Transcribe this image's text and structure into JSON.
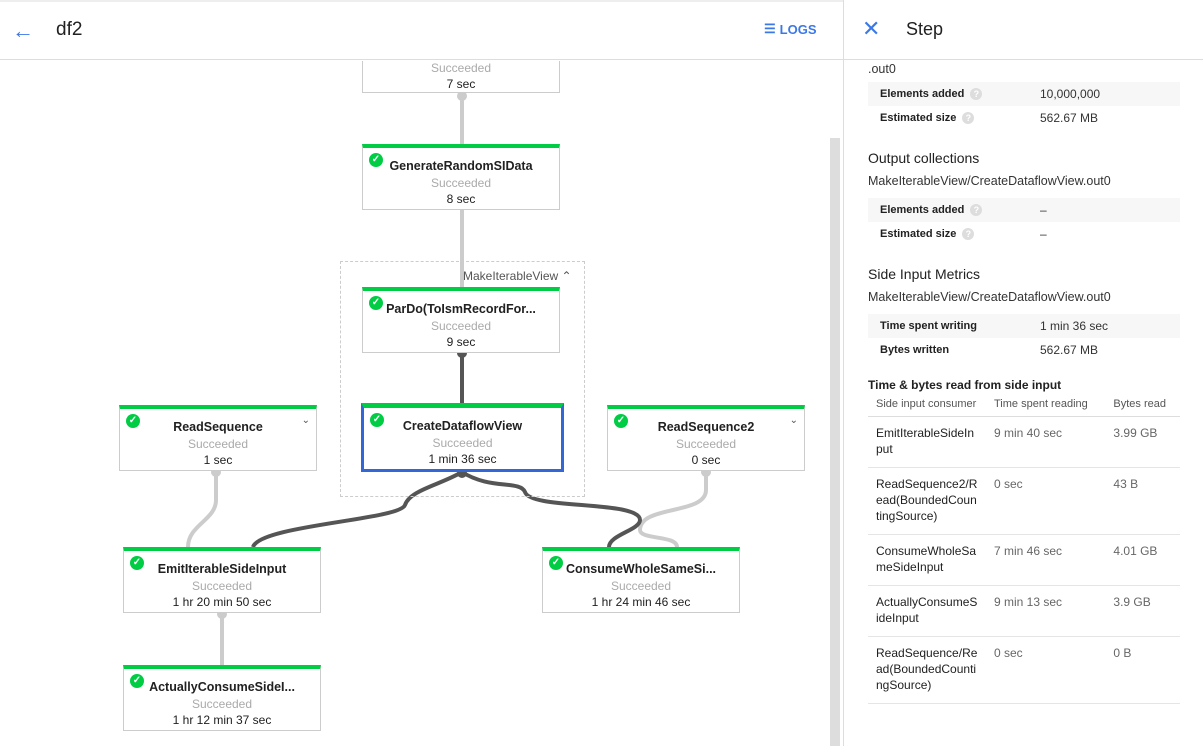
{
  "header": {
    "title": "df2",
    "logs_label": "LOGS",
    "back_icon": "arrow-left-icon",
    "logs_icon": "list-icon"
  },
  "graph": {
    "group_label": "MakeIterableView",
    "nodes": [
      {
        "name": "",
        "status": "Succeeded",
        "time": "7 sec"
      },
      {
        "name": "GenerateRandomSIData",
        "status": "Succeeded",
        "time": "8 sec"
      },
      {
        "name": "ParDo(ToIsmRecordFor...",
        "status": "Succeeded",
        "time": "9 sec"
      },
      {
        "name": "CreateDataflowView",
        "status": "Succeeded",
        "time": "1 min 36 sec"
      },
      {
        "name": "ReadSequence",
        "status": "Succeeded",
        "time": "1 sec"
      },
      {
        "name": "ReadSequence2",
        "status": "Succeeded",
        "time": "0 sec"
      },
      {
        "name": "EmitIterableSideInput",
        "status": "Succeeded",
        "time": "1 hr 20 min 50 sec"
      },
      {
        "name": "ConsumeWholeSameSi...",
        "status": "Succeeded",
        "time": "1 hr 24 min 46 sec"
      },
      {
        "name": "ActuallyConsumeSideI...",
        "status": "Succeeded",
        "time": "1 hr 12 min 37 sec"
      }
    ],
    "colors": {
      "success": "#00cc44",
      "selected": "#3367d6",
      "edge_active": "#555555",
      "edge": "#cccccc"
    }
  },
  "panel": {
    "title": "Step",
    "input_tail": ".out0",
    "input_metrics": [
      {
        "label": "Elements added",
        "value": "10,000,000"
      },
      {
        "label": "Estimated size",
        "value": "562.67 MB"
      }
    ],
    "output_heading": "Output collections",
    "output_name": "MakeIterableView/CreateDataflowView.out0",
    "output_metrics": [
      {
        "label": "Elements added",
        "value": "–"
      },
      {
        "label": "Estimated size",
        "value": "–"
      }
    ],
    "side_heading": "Side Input Metrics",
    "side_name": "MakeIterableView/CreateDataflowView.out0",
    "side_metrics": [
      {
        "label": "Time spent writing",
        "value": "1 min 36 sec"
      },
      {
        "label": "Bytes written",
        "value": "562.67 MB"
      }
    ],
    "read_heading": "Time & bytes read from side input",
    "columns": [
      "Side input consumer",
      "Time spent reading",
      "Bytes read"
    ],
    "rows": [
      [
        "EmitIterableSideInput",
        "9 min 40 sec",
        "3.99 GB"
      ],
      [
        "ReadSequence2/Read(BoundedCountingSource)",
        "0 sec",
        "43 B"
      ],
      [
        "ConsumeWholeSameSideInput",
        "7 min 46 sec",
        "4.01 GB"
      ],
      [
        "ActuallyConsumeSideInput",
        "9 min 13 sec",
        "3.9 GB"
      ],
      [
        "ReadSequence/Read(BoundedCountingSource)",
        "0 sec",
        "0 B"
      ]
    ]
  }
}
